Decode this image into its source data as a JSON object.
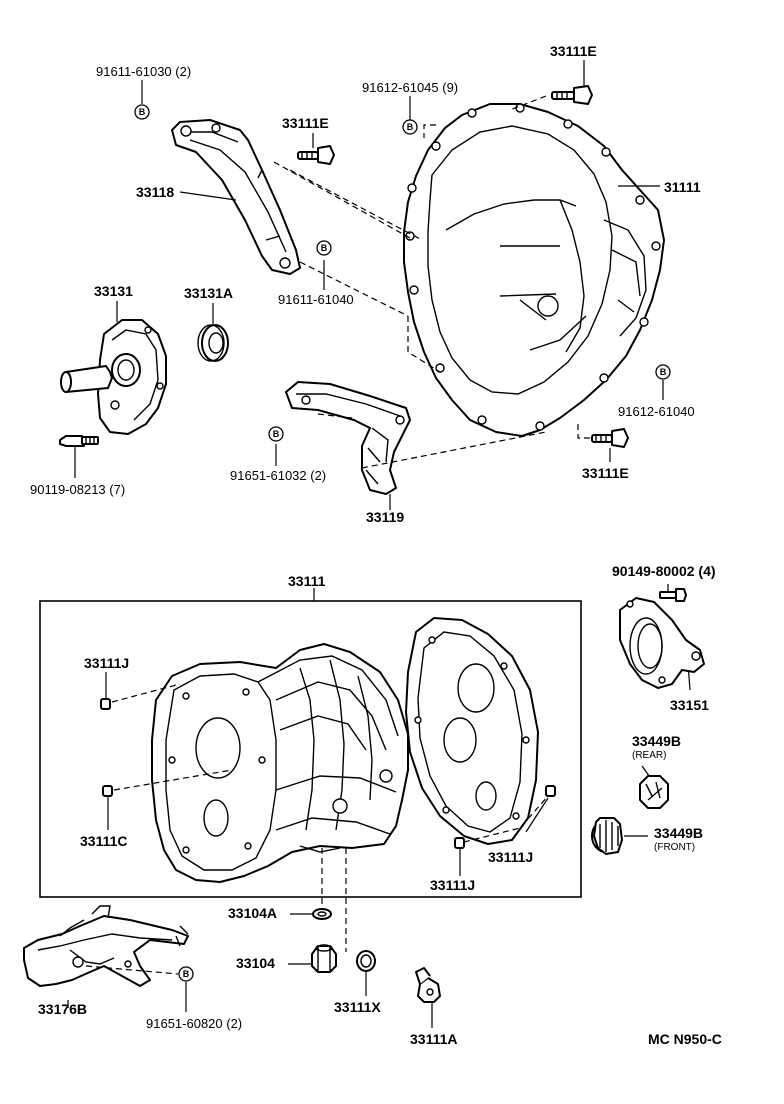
{
  "labels": {
    "p_91611_61030": "91611-61030 (2)",
    "p_33111E_top": "33111E",
    "p_91612_61045": "91612-61045 (9)",
    "p_33111E_mid": "33111E",
    "p_31111": "31111",
    "p_33118": "33118",
    "p_91611_61040": "91611-61040",
    "p_33131": "33131",
    "p_33131A": "33131A",
    "p_91612_61040": "91612-61040",
    "p_90119_08213": "90119-08213 (7)",
    "p_91651_61032": "91651-61032 (2)",
    "p_33111E_low": "33111E",
    "p_33119": "33119",
    "p_33111_main": "33111",
    "p_90149_80002": "90149-80002 (4)",
    "p_33111J_left": "33111J",
    "p_33151": "33151",
    "p_33449B_rear": "33449B",
    "p_rear": "(REAR)",
    "p_33111C": "33111C",
    "p_33449B_front": "33449B",
    "p_front": "(FRONT)",
    "p_33111J_right": "33111J",
    "p_33111J_bottom": "33111J",
    "p_33104A": "33104A",
    "p_33104": "33104",
    "p_33176B": "33176B",
    "p_91651_60820": "91651-60820 (2)",
    "p_33111X": "33111X",
    "p_33111A": "33111A",
    "footer_code": "MC  N950-C"
  },
  "b_marker": "B"
}
